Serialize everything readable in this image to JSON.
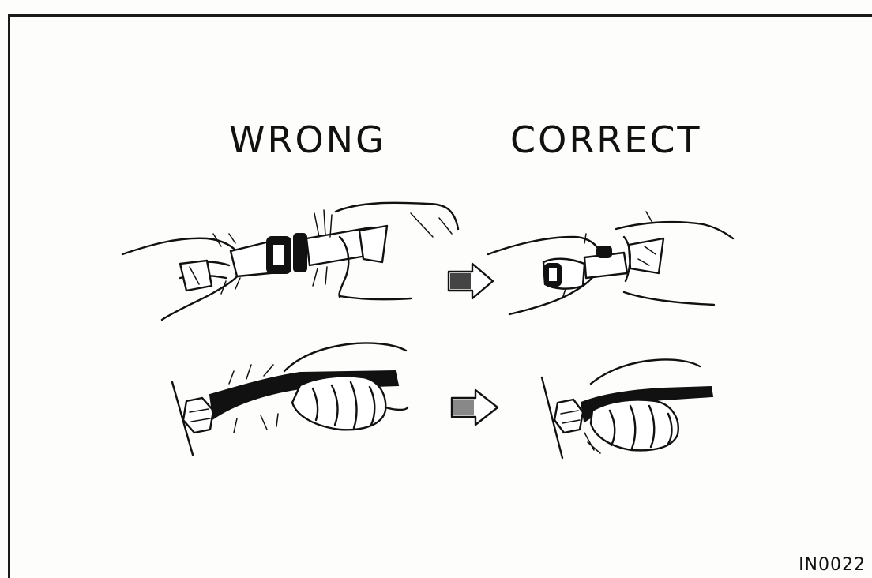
{
  "labels": {
    "wrong": "WRONG",
    "correct": "CORRECT"
  },
  "figure_code": "IN0022",
  "icons": {
    "arrow": "right-arrow-icon"
  },
  "colors": {
    "ink": "#111111",
    "paper": "#fdfdfb"
  }
}
